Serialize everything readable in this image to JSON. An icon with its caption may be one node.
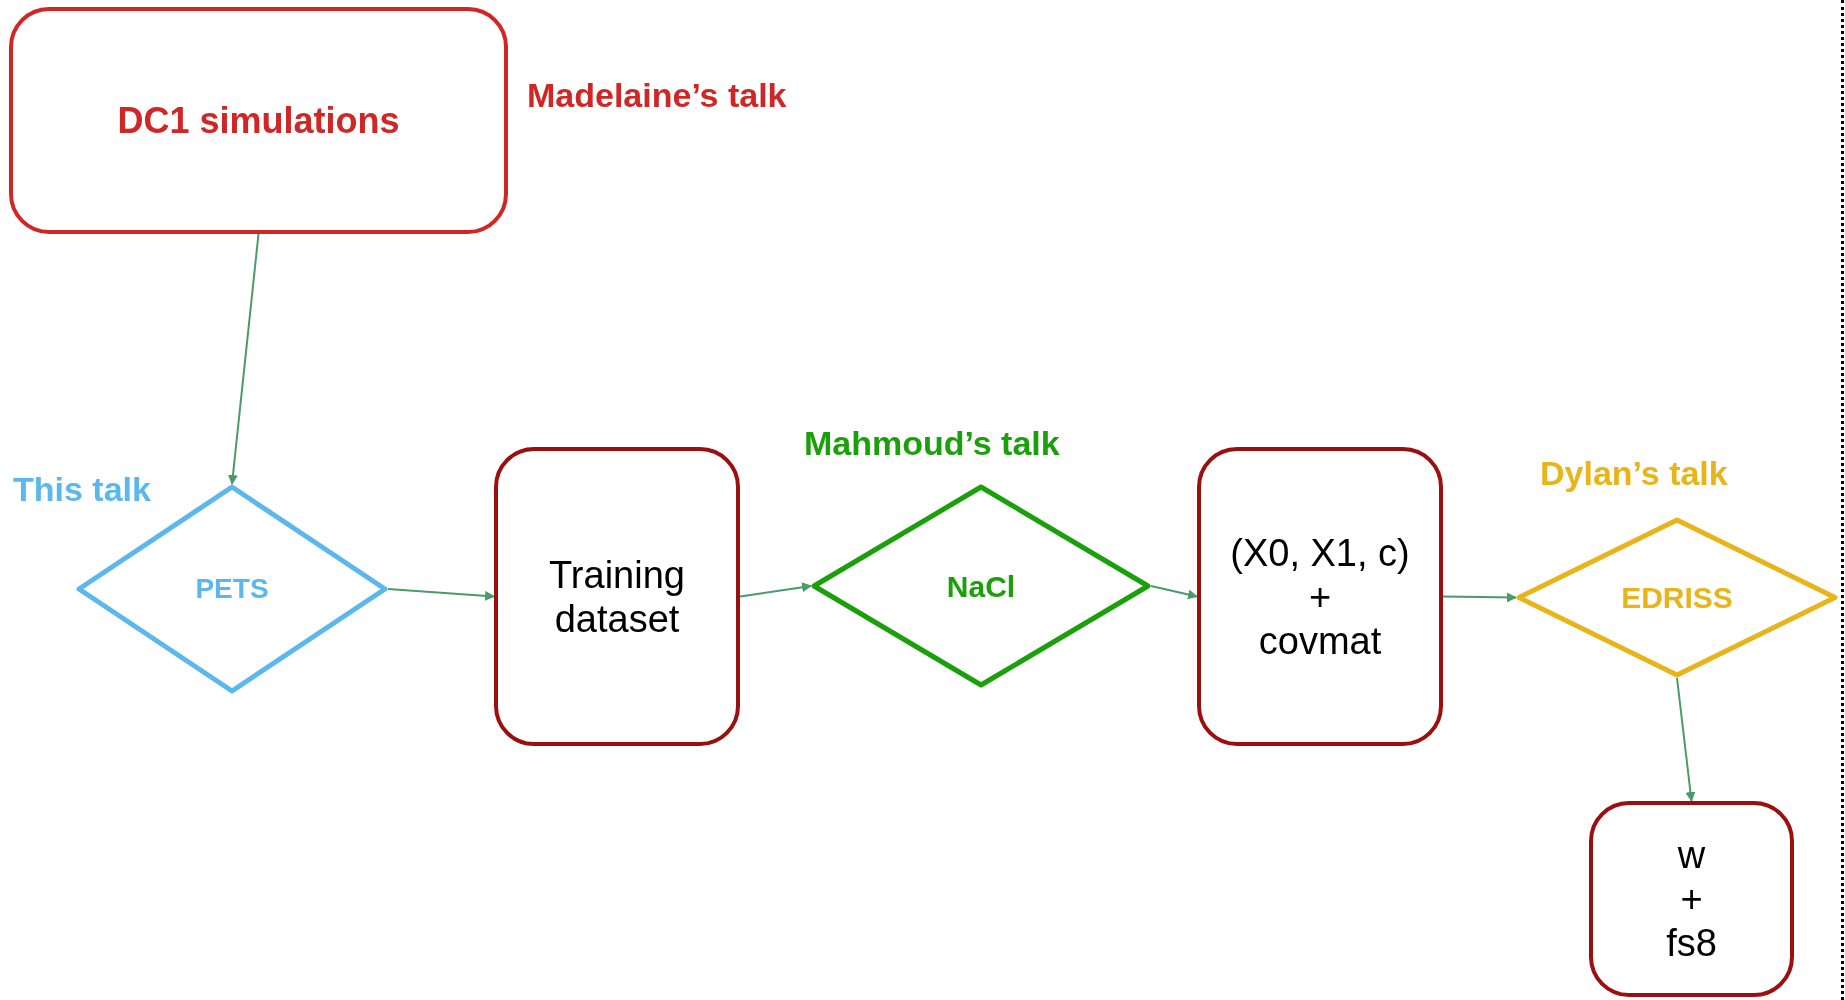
{
  "diagram": {
    "nodes": [
      {
        "text": [
          "DC1 simulations"
        ],
        "beside": [
          "Madelaine’s talk"
        ]
      },
      {
        "text": [
          "PETS"
        ],
        "beside": [
          "This talk"
        ]
      },
      {
        "text": [
          "Training dataset"
        ]
      },
      {
        "text": [
          "NaCl"
        ],
        "beside": [
          "Mahmoud’s talk"
        ]
      },
      {
        "text": [
          "(X0, X1, c)",
          "+",
          "covmat"
        ]
      },
      {
        "text": [
          "EDRISS"
        ],
        "beside": [
          "Dylan’s talk"
        ]
      },
      {
        "text": [
          "w",
          "+",
          "fs8"
        ]
      }
    ],
    "edges": [
      {
        "from": 0,
        "to": 1,
        "arrow": "to"
      },
      {
        "from": 1,
        "to": 2,
        "arrow": "to"
      },
      {
        "from": 2,
        "to": 3,
        "arrow": "to"
      },
      {
        "from": 3,
        "to": 4,
        "arrow": "to"
      },
      {
        "from": 4,
        "to": 5,
        "arrow": "to"
      },
      {
        "from": 5,
        "to": 6,
        "arrow": "to"
      }
    ]
  }
}
